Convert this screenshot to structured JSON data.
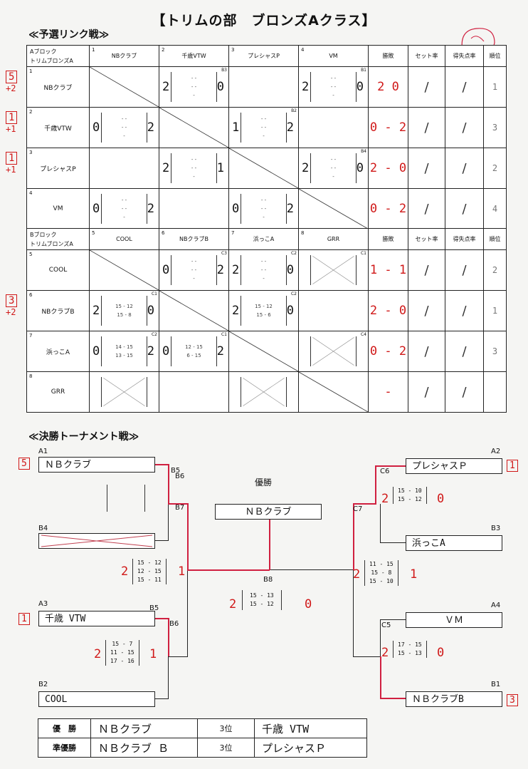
{
  "title": "【トリムの部　ブロンズAクラス】",
  "prelim_title": "≪予選リンク戦≫",
  "final_title": "≪決勝トーナメント戦≫",
  "block_a": {
    "header_block": "Aブロック",
    "header_class": "トリムブロンズA",
    "cols": [
      {
        "num": "1",
        "name": "NBクラブ"
      },
      {
        "num": "2",
        "name": "千歳VTW"
      },
      {
        "num": "3",
        "name": "プレシャスP"
      },
      {
        "num": "4",
        "name": "VM"
      }
    ],
    "stat_heads": [
      "勝敗",
      "セット率",
      "得失点率",
      "順位"
    ],
    "rows": [
      {
        "num": "1",
        "name": "NBクラブ",
        "record": "2 0",
        "rank": "1",
        "side": "5",
        "side2": "+2",
        "cells": [
          {
            "type": "diag"
          },
          {
            "type": "score",
            "l": "2",
            "r": "0",
            "code": "B3"
          },
          {
            "type": "blank"
          },
          {
            "type": "score",
            "l": "2",
            "r": "0",
            "code": "B1"
          }
        ]
      },
      {
        "num": "2",
        "name": "千歳VTW",
        "record": "0 - 2",
        "rank": "3",
        "side": "1",
        "side2": "+1",
        "cells": [
          {
            "type": "score",
            "l": "0",
            "r": "2",
            "code": ""
          },
          {
            "type": "diag"
          },
          {
            "type": "score",
            "l": "1",
            "r": "2",
            "code": "B2"
          },
          {
            "type": "blank"
          }
        ]
      },
      {
        "num": "3",
        "name": "プレシャスP",
        "record": "2 - 0",
        "rank": "2",
        "side": "1",
        "side2": "+1",
        "cells": [
          {
            "type": "blank"
          },
          {
            "type": "score",
            "l": "2",
            "r": "1",
            "code": ""
          },
          {
            "type": "diag"
          },
          {
            "type": "score",
            "l": "2",
            "r": "0",
            "code": "B4"
          }
        ]
      },
      {
        "num": "4",
        "name": "VM",
        "record": "0 - 2",
        "rank": "4",
        "side": "",
        "side2": "",
        "cells": [
          {
            "type": "score",
            "l": "0",
            "r": "2",
            "code": ""
          },
          {
            "type": "blank"
          },
          {
            "type": "score",
            "l": "0",
            "r": "2",
            "code": ""
          },
          {
            "type": "diag"
          }
        ]
      }
    ]
  },
  "block_b": {
    "header_block": "Bブロック",
    "header_class": "トリムブロンズA",
    "cols": [
      {
        "num": "5",
        "name": "COOL"
      },
      {
        "num": "6",
        "name": "NBクラブB"
      },
      {
        "num": "7",
        "name": "浜っこA"
      },
      {
        "num": "8",
        "name": "GRR"
      }
    ],
    "stat_heads": [
      "勝敗",
      "セット率",
      "得失点率",
      "順位"
    ],
    "rows": [
      {
        "num": "5",
        "name": "COOL",
        "record": "1 - 1",
        "rank": "2",
        "side": "",
        "side2": "",
        "cells": [
          {
            "type": "diag"
          },
          {
            "type": "score",
            "l": "0",
            "r": "2",
            "code": "C3"
          },
          {
            "type": "score",
            "l": "2",
            "r": "0",
            "code": "C2"
          },
          {
            "type": "cross",
            "code": "C1"
          }
        ]
      },
      {
        "num": "6",
        "name": "NBクラブB",
        "record": "2 - 0",
        "rank": "1",
        "side": "3",
        "side2": "+2",
        "cells": [
          {
            "type": "score",
            "l": "2",
            "r": "0",
            "code": "C1",
            "sets": [
              "15 - 12",
              "15 - 8"
            ]
          },
          {
            "type": "diag"
          },
          {
            "type": "score",
            "l": "2",
            "r": "0",
            "code": "C2",
            "sets": [
              "15 - 12",
              "15 - 6"
            ]
          },
          {
            "type": "blank"
          }
        ]
      },
      {
        "num": "7",
        "name": "浜っこA",
        "record": "0 - 2",
        "rank": "3",
        "side": "",
        "side2": "",
        "cells": [
          {
            "type": "score",
            "l": "0",
            "r": "2",
            "code": "C2",
            "sets": [
              "14 - 15",
              "13 - 15"
            ]
          },
          {
            "type": "score",
            "l": "0",
            "r": "2",
            "code": "C1",
            "sets": [
              "12 - 15",
              "6 - 15"
            ]
          },
          {
            "type": "diag"
          },
          {
            "type": "cross",
            "code": "C4"
          }
        ]
      },
      {
        "num": "8",
        "name": "GRR",
        "record": "-",
        "rank": "",
        "side": "",
        "side2": "",
        "cells": [
          {
            "type": "cross",
            "code": ""
          },
          {
            "type": "blank"
          },
          {
            "type": "cross",
            "code": ""
          },
          {
            "type": "diag"
          }
        ]
      }
    ]
  },
  "bracket": {
    "champion_label": "優勝",
    "champion": "ＮＢクラブ",
    "left": {
      "a1": {
        "label": "A1",
        "name": "ＮＢクラブ",
        "seed": "5"
      },
      "b4": {
        "label": "B4",
        "name": ""
      },
      "a3": {
        "label": "A3",
        "name": "千歳 VTW",
        "seed": "1"
      },
      "b2": {
        "label": "B2",
        "name": "COOL"
      },
      "m1_code": "B5",
      "m1_code2": "B6",
      "m2_code": "B7",
      "m3_code": "B6",
      "m3_code_top": "B5",
      "semi": {
        "l": "2",
        "r": "1",
        "sets": [
          "15 - 12",
          "12 - 15",
          "15 - 11"
        ]
      },
      "m3": {
        "l": "2",
        "r": "1",
        "sets": [
          "15 - 7",
          "11 - 15",
          "17 - 16"
        ]
      }
    },
    "right": {
      "a2": {
        "label": "A2",
        "name": "プレシャスＰ",
        "seed": "1"
      },
      "b3": {
        "label": "B3",
        "name": "浜っこA"
      },
      "a4": {
        "label": "A4",
        "name": "ＶＭ"
      },
      "b1": {
        "label": "B1",
        "name": "ＮＢクラブB",
        "seed": "3"
      },
      "c6": "C6",
      "c7": "C7",
      "c5": "C5",
      "m1": {
        "l": "2",
        "r": "0",
        "sets": [
          "15 - 10",
          "15 - 12"
        ]
      },
      "semi": {
        "l": "2",
        "r": "1",
        "sets": [
          "11 - 15",
          "15 - 8",
          "15 - 10"
        ]
      },
      "m3": {
        "l": "2",
        "r": "0",
        "sets": [
          "17 - 15",
          "15 - 13"
        ]
      }
    },
    "final": {
      "code": "B8",
      "l": "2",
      "r": "0",
      "sets": [
        "15 - 13",
        "15 - 12"
      ]
    }
  },
  "results": {
    "winner_label": "優　勝",
    "winner": "ＮＢクラブ",
    "third_label_1": "3位",
    "third_1": "千歳 VTW",
    "runnerup_label": "準優勝",
    "runnerup": "ＮＢクラブ Ｂ",
    "third_label_2": "3位",
    "third_2": "プレシャスＰ"
  },
  "colors": {
    "ink": "#111111",
    "red_pen": "#d01818",
    "bracket_red": "#d02040"
  }
}
